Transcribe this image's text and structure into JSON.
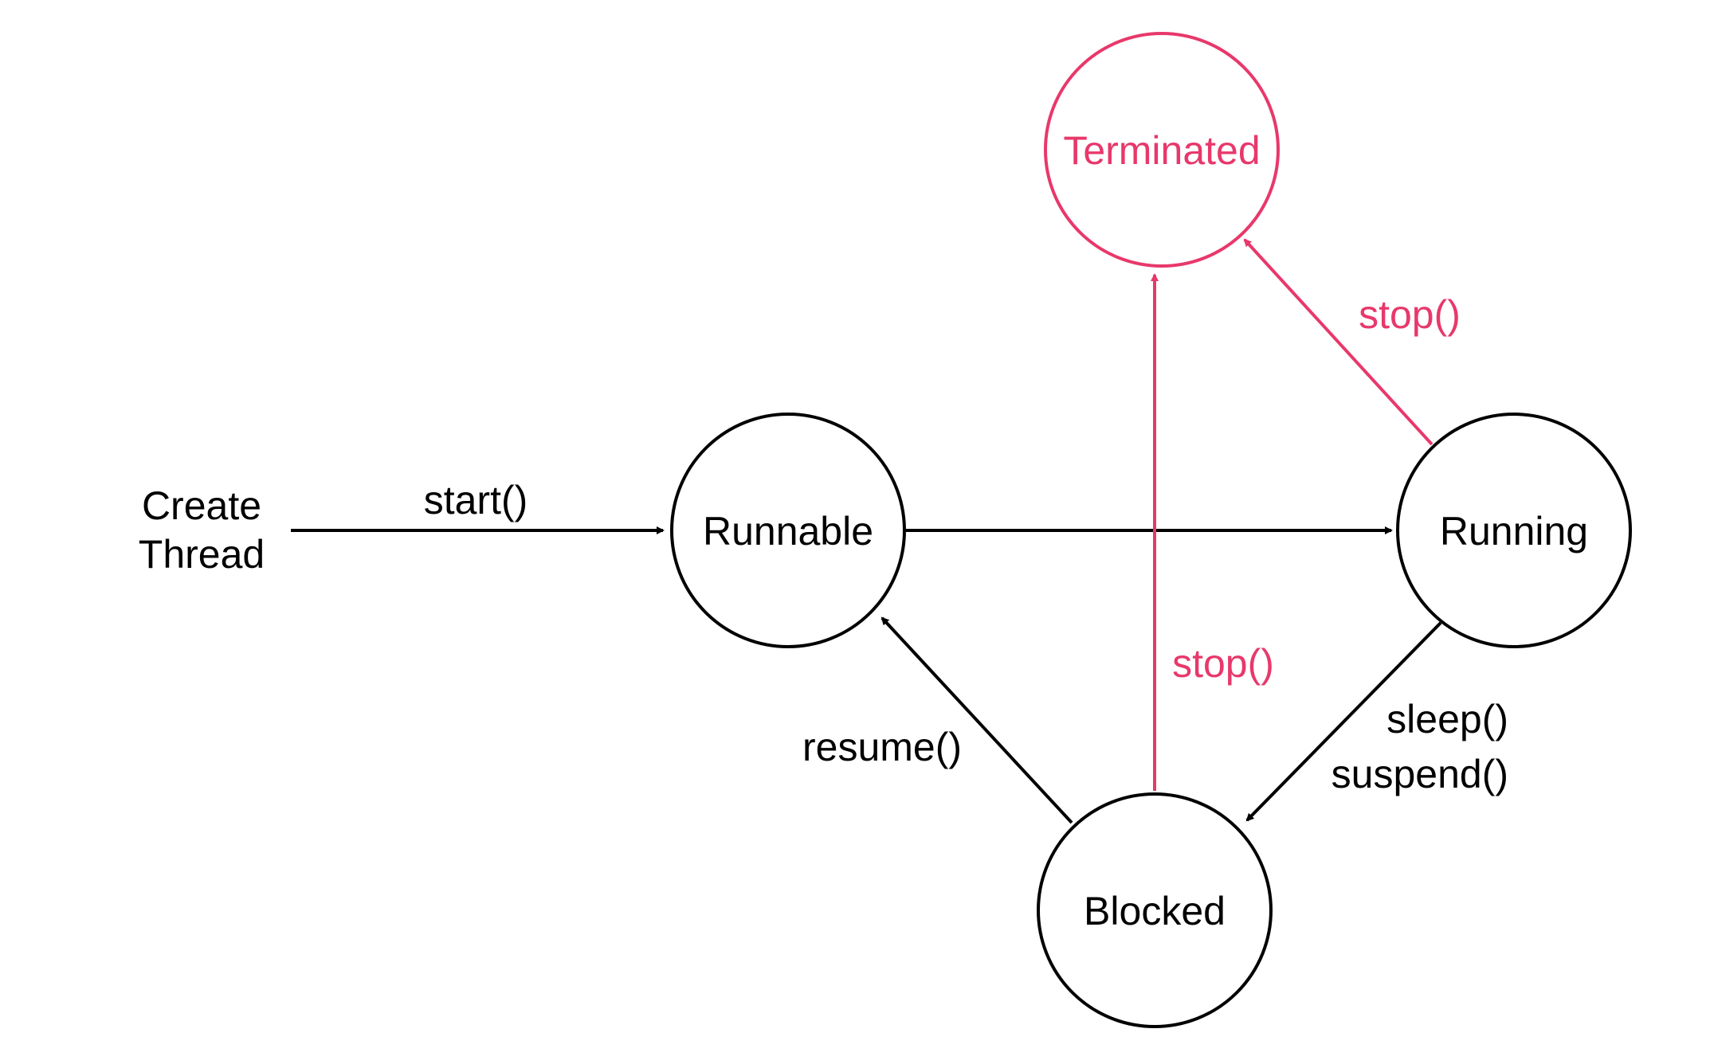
{
  "colors": {
    "default": "#000000",
    "stop": "#e8386b"
  },
  "start_label": {
    "line1": "Create",
    "line2": "Thread"
  },
  "states": {
    "runnable": "Runnable",
    "running": "Running",
    "blocked": "Blocked",
    "terminated": "Terminated"
  },
  "transitions": {
    "start": "start()",
    "resume": "resume()",
    "sleep": "sleep()",
    "suspend": "suspend()",
    "stop_from_running": "stop()",
    "stop_from_blocked": "stop()"
  }
}
